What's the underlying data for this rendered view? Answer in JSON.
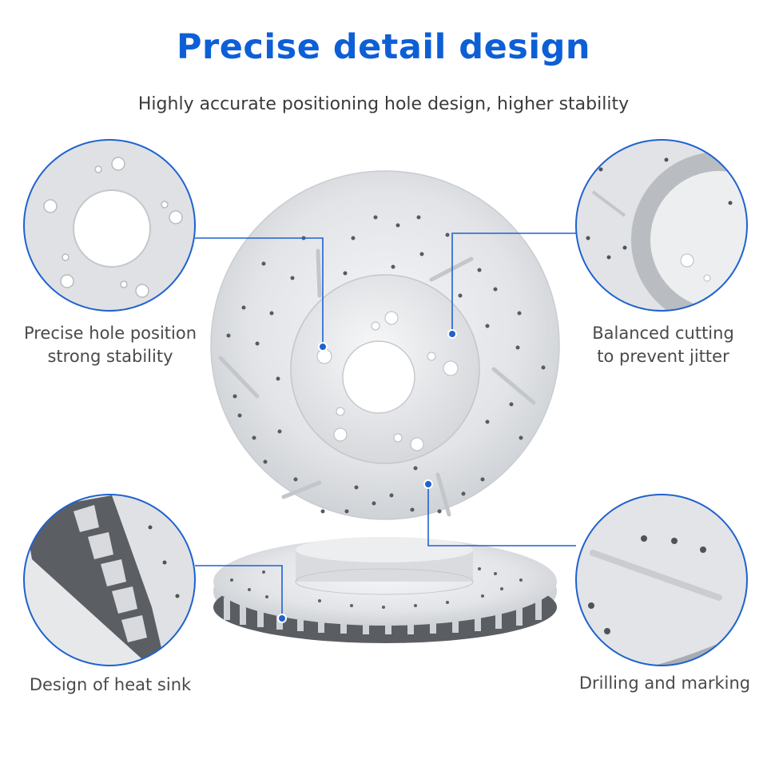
{
  "header": {
    "title": "Precise detail design",
    "subtitle": "Highly accurate positioning hole design, higher stability"
  },
  "callouts": [
    {
      "line1": "Precise hole position",
      "line2": "strong stability"
    },
    {
      "line1": "Balanced cutting",
      "line2": "to prevent jitter"
    },
    {
      "line1": "Design of heat sink"
    },
    {
      "line1": "Drilling and marking"
    }
  ],
  "colors": {
    "accent": "#0d5fd6",
    "callout_line": "#1f62cf",
    "disc": "#e3e5e8"
  }
}
